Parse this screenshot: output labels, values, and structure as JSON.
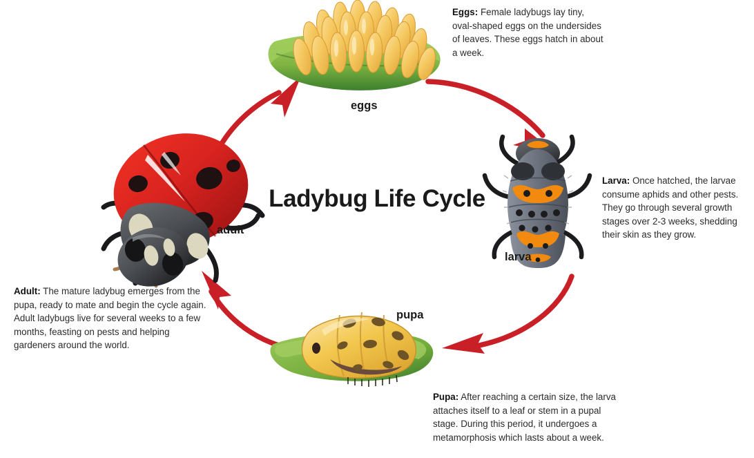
{
  "diagram": {
    "title": "Ladybug Life Cycle",
    "accent_arrow_color": "#C92027",
    "leaf_color": "#7FB542",
    "leaf_dark_color": "#3D7F2E",
    "egg_color": "#F5C65E",
    "larva_color": "#6E7480",
    "larva_accent_color": "#F18A0E",
    "pupa_color": "#F0C44A",
    "adult_color": "#D8231F"
  },
  "stages": [
    {
      "key": "eggs",
      "label": "eggs",
      "icon": "egg-cluster-on-leaf-icon",
      "heading": "Eggs:",
      "description": "Female ladybugs lay tiny, oval-shaped eggs on the undersides of leaves. These eggs hatch in about a week."
    },
    {
      "key": "larva",
      "label": "larva",
      "icon": "larva-icon",
      "heading": "Larva:",
      "description": "Once hatched, the larvae consume aphids and other pests. They go through several growth stages over 2-3 weeks, shedding their skin as they grow."
    },
    {
      "key": "pupa",
      "label": "pupa",
      "icon": "pupa-on-leaf-icon",
      "heading": "Pupa:",
      "description": "After reaching a certain size, the larva attaches itself to a leaf or stem in a pupal stage. During this period, it undergoes a metamorphosis which lasts about a week."
    },
    {
      "key": "adult",
      "label": "adult",
      "icon": "ladybug-icon",
      "heading": "Adult:",
      "description": "The mature ladybug emerges from the pupa, ready to mate and begin the cycle again. Adult ladybugs live for several weeks to a few months, feasting on pests and helping gardeners around the world."
    }
  ],
  "arrows": [
    {
      "name": "arrow-adult-to-eggs",
      "from": "adult",
      "to": "eggs"
    },
    {
      "name": "arrow-eggs-to-larva",
      "from": "eggs",
      "to": "larva"
    },
    {
      "name": "arrow-larva-to-pupa",
      "from": "larva",
      "to": "pupa"
    },
    {
      "name": "arrow-pupa-to-adult",
      "from": "pupa",
      "to": "adult"
    }
  ]
}
